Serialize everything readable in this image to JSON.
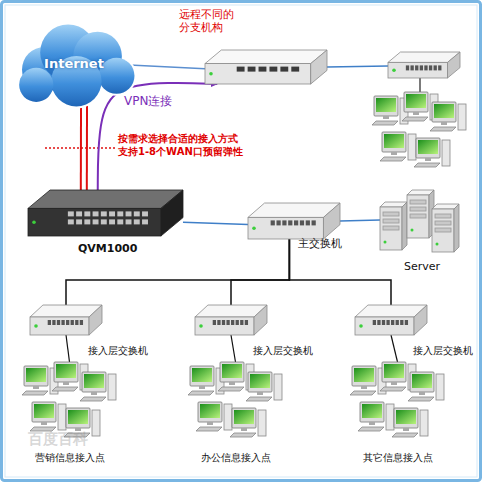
{
  "diagram": {
    "nodes": [
      {
        "text": [
          "Internet"
        ]
      },
      {
        "text": [
          "远程不同的分支机构"
        ]
      },
      {
        "text": [
          "QVM1000"
        ]
      },
      {
        "text": [
          "主交换机"
        ]
      },
      {
        "text": [
          "Server"
        ]
      },
      {
        "text": [
          "接入层交换机"
        ]
      },
      {
        "text": [
          "接入层交换机"
        ]
      },
      {
        "text": [
          "接入层交换机"
        ]
      },
      {
        "text": [
          "营销信息接入点"
        ]
      },
      {
        "text": [
          "办公信息接入点"
        ]
      },
      {
        "text": [
          "其它信息接入点"
        ]
      }
    ],
    "edges": [
      {
        "from": 0,
        "to": 2,
        "arrow": "none"
      },
      {
        "from": 0,
        "to": 1,
        "arrow": "none"
      },
      {
        "from": 2,
        "to": 1,
        "label": "VPN连接",
        "arrow": "to"
      },
      {
        "from": 2,
        "to": 3,
        "arrow": "none"
      },
      {
        "from": 3,
        "to": 4,
        "arrow": "none"
      },
      {
        "from": 3,
        "to": 5,
        "arrow": "none"
      },
      {
        "from": 3,
        "to": 6,
        "arrow": "none"
      },
      {
        "from": 3,
        "to": 7,
        "arrow": "none"
      },
      {
        "from": 5,
        "to": 8,
        "arrow": "none"
      },
      {
        "from": 6,
        "to": 9,
        "arrow": "none"
      },
      {
        "from": 7,
        "to": 10,
        "arrow": "none"
      }
    ],
    "labels": [
      "按需求选择合适的接入方式 支持1-8个WAN口预留弹性",
      "百度百科"
    ]
  }
}
